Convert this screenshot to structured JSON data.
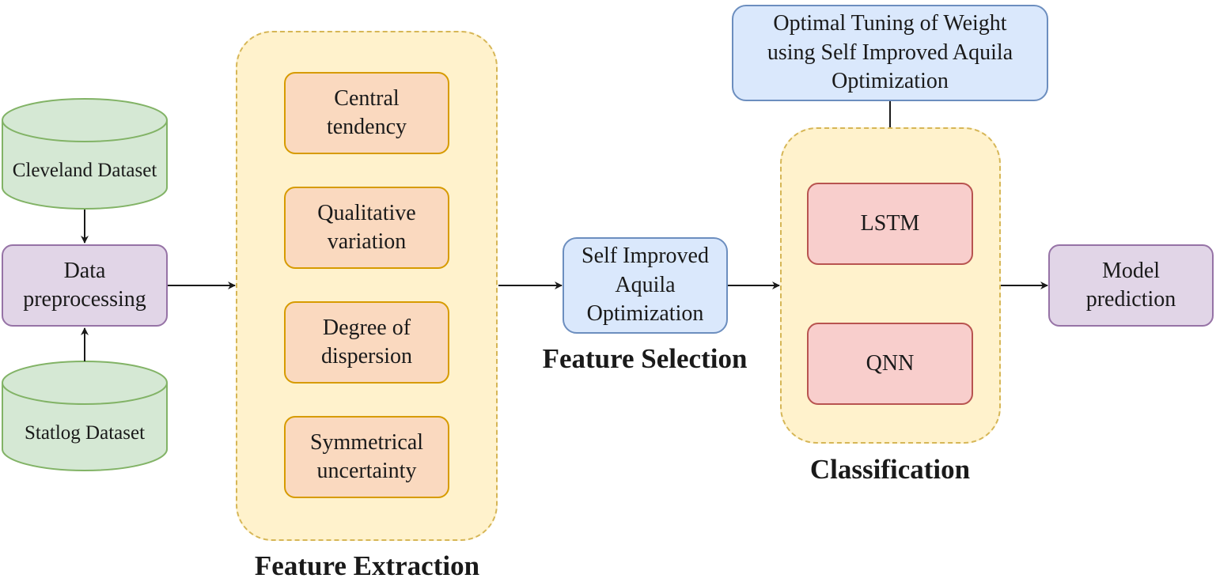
{
  "datasets": {
    "cleveland": "Cleveland Dataset",
    "statlog": "Statlog Dataset"
  },
  "preprocessing": "Data\npreprocessing",
  "feature_extraction": {
    "title": "Feature Extraction",
    "items": [
      "Central\ntendency",
      "Qualitative\nvariation",
      "Degree of\ndispersion",
      "Symmetrical\nuncertainty"
    ]
  },
  "feature_selection": {
    "title": "Feature Selection",
    "method": "Self Improved\nAquila\nOptimization"
  },
  "tuning": "Optimal Tuning of Weight\nusing Self Improved Aquila\nOptimization",
  "classification": {
    "title": "Classification",
    "models": [
      "LSTM",
      "QNN"
    ]
  },
  "output": "Model\nprediction",
  "colors": {
    "green_fill": "#d5e8d4",
    "green_stroke": "#82b366",
    "purple_fill": "#e1d5e7",
    "purple_stroke": "#9673a6",
    "yellow_fill": "#fff2cc",
    "yellow_stroke": "#d6b656",
    "orange_fill": "#fad9bf",
    "orange_stroke": "#d79b00",
    "blue_fill": "#dae8fc",
    "blue_stroke": "#6c8ebf",
    "red_fill": "#f8cecc",
    "red_stroke": "#b85450"
  }
}
